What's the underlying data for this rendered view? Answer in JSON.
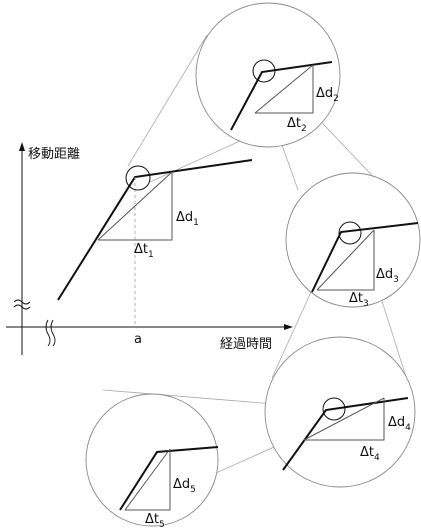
{
  "axis": {
    "y_label": "移動距離",
    "x_label": "経過時間",
    "x_marker": "a"
  },
  "main_triangle": {
    "delta_d": "Δd",
    "delta_d_sub": "1",
    "delta_t": "Δt",
    "delta_t_sub": "1"
  },
  "zoom_levels": [
    {
      "delta_d": "Δd",
      "delta_d_sub": "2",
      "delta_t": "Δt",
      "delta_t_sub": "2"
    },
    {
      "delta_d": "Δd",
      "delta_d_sub": "3",
      "delta_t": "Δt",
      "delta_t_sub": "3"
    },
    {
      "delta_d": "Δd",
      "delta_d_sub": "4",
      "delta_t": "Δt",
      "delta_t_sub": "4"
    },
    {
      "delta_d": "Δd",
      "delta_d_sub": "5",
      "delta_t": "Δt",
      "delta_t_sub": "5"
    }
  ],
  "colors": {
    "ink": "#111111",
    "thin_line": "#555555",
    "circle": "#888888",
    "guide": "#aaaaaa"
  }
}
